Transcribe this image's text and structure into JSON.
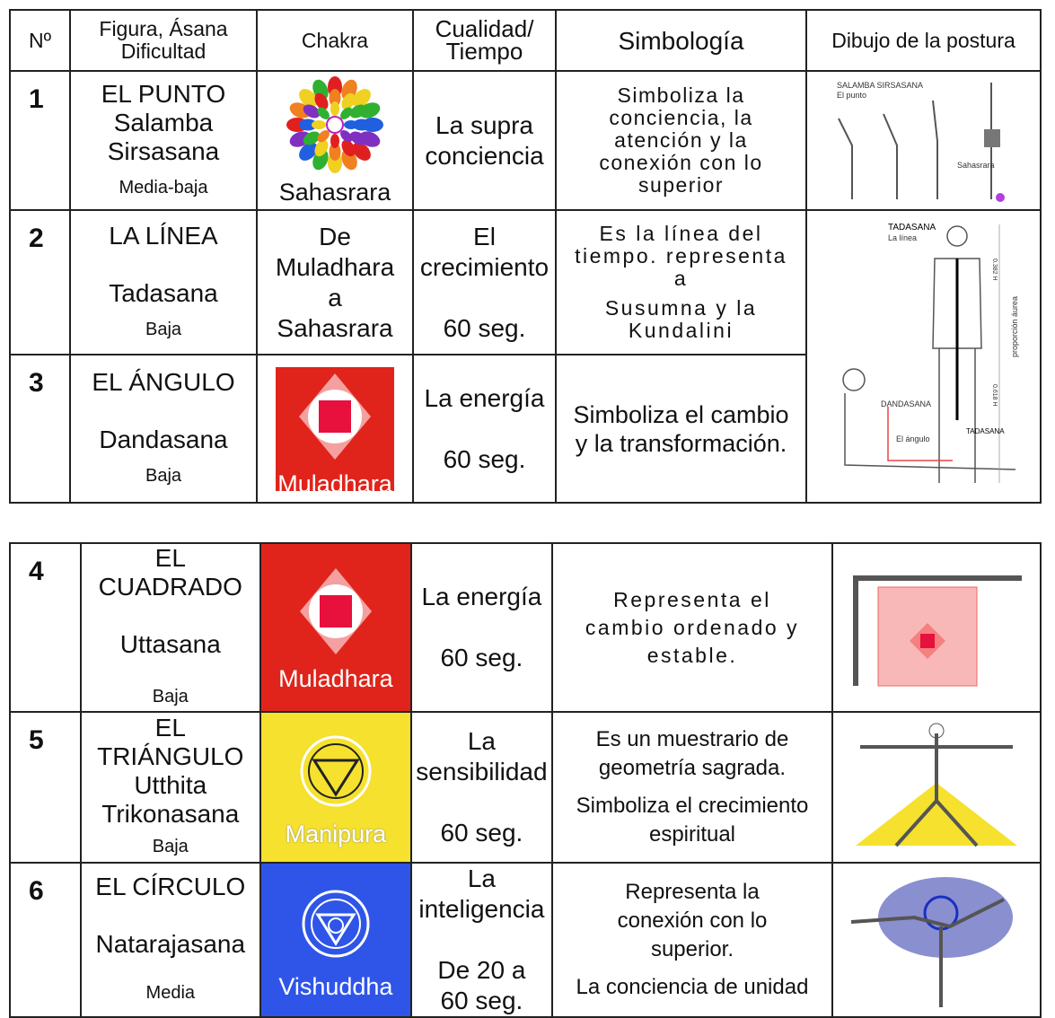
{
  "headers": {
    "num": "Nº",
    "figure": "Figura, Ásana\nDificultad",
    "chakra": "Chakra",
    "quality": "Cualidad/\nTiempo",
    "symbology": "Simbología",
    "drawing": "Dibujo de la postura"
  },
  "rows": [
    {
      "num": "1",
      "figure": "EL PUNTO",
      "asana": "Salamba Sirsasana",
      "difficulty": "Media-baja",
      "chakra": "Sahasrara",
      "chakra_color": "#ffffff",
      "quality": "La supra conciencia",
      "time": "",
      "symbology": "Simboliza la conciencia, la atención y la conexión con lo superior",
      "drawing_labels": [
        "SALAMBA SIRSASANA",
        "El punto",
        "Sahasrara"
      ]
    },
    {
      "num": "2",
      "figure": "LA LÍNEA",
      "asana": "Tadasana",
      "difficulty": "Baja",
      "chakra": "De Muladhara a Sahasrara",
      "quality": "El crecimiento",
      "time": "60 seg.",
      "symbology": "Es la línea del tiempo. representa a",
      "symbology2": "Susumna y la Kundalini",
      "drawing_labels": [
        "TADASANA",
        "La línea",
        "0.382 H",
        "proporción áurea",
        "0.618 H",
        "TADASANA"
      ]
    },
    {
      "num": "3",
      "figure": "EL ÁNGULO",
      "asana": "Dandasana",
      "difficulty": "Baja",
      "chakra": "Muladhara",
      "chakra_color": "#e0241b",
      "quality": "La energía",
      "time": "60 seg.",
      "symbology": "Simboliza el cambio y la transformación.",
      "drawing_labels": [
        "DANDASANA",
        "El ángulo"
      ]
    },
    {
      "num": "4",
      "figure": "EL CUADRADO",
      "asana": "Uttasana",
      "difficulty": "Baja",
      "chakra": "Muladhara",
      "chakra_color": "#e0241b",
      "quality": "La energía",
      "time": "60 seg.",
      "symbology": "Representa el cambio ordenado y estable."
    },
    {
      "num": "5",
      "figure": "EL TRIÁNGULO",
      "asana": "Utthita Trikonasana",
      "difficulty": "Baja",
      "chakra": "Manipura",
      "chakra_color": "#f5e12e",
      "quality": "La sensibilidad",
      "time": "60 seg.",
      "symbology": "Es un muestrario de geometría sagrada.",
      "symbology2": "Simboliza el crecimiento espiritual"
    },
    {
      "num": "6",
      "figure": "EL CÍRCULO",
      "asana": "Natarajasana",
      "difficulty": "Media",
      "chakra": "Vishuddha",
      "chakra_color": "#2f55e8",
      "quality": "La inteligencia",
      "time": "De 20 a 60 seg.",
      "symbology": "Representa la conexión con lo superior.",
      "symbology2": "La conciencia de unidad"
    }
  ]
}
